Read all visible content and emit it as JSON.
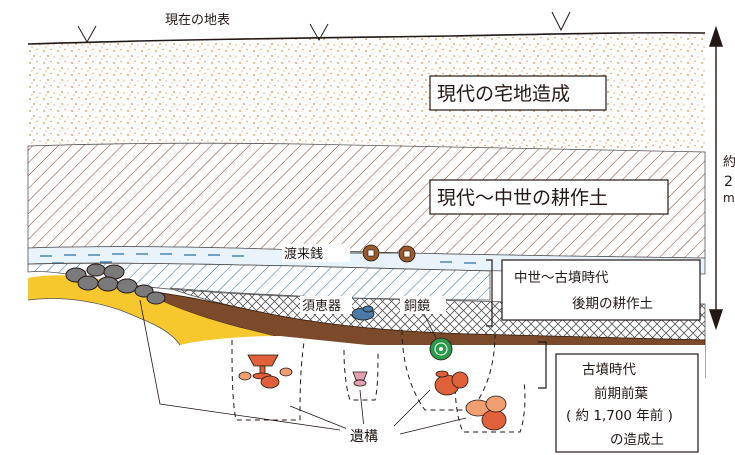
{
  "labels": {
    "surface": "現在の地表",
    "modern_fill": "現代の宅地造成",
    "modern_medieval_soil": "現代〜中世の耕作土",
    "coins": "渡来銭",
    "sueki": "須恵器",
    "mirror": "銅鏡",
    "medieval_kofun_line1": "中世〜古墳時代",
    "medieval_kofun_line2": "後期の耕作土",
    "kofun_early_line1": "古墳時代",
    "kofun_early_line2": "前期前葉",
    "kofun_early_line3": "( 約 1,700 年前 )",
    "kofun_early_line4": "の造成土",
    "features": "遺構",
    "depth_line1": "約",
    "depth_line2": "2",
    "depth_line3": "m"
  },
  "colors": {
    "dots": "#e8843c",
    "hatch_red": "#8b3a26",
    "hatch_blue": "#2a6a9c",
    "brown_layer": "#7a4a2a",
    "yellow_layer": "#f7c82e",
    "pottery": "#e0603a",
    "pottery_light": "#f0a070",
    "mirror_green": "#2a9a4a",
    "sueki_blue": "#4a7aa8",
    "stones": "#7a7a7a"
  }
}
